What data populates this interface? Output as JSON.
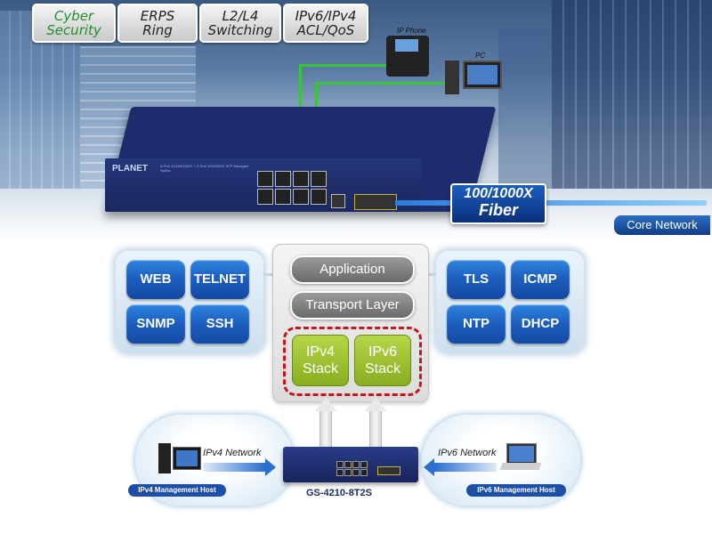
{
  "features": [
    {
      "line1": "Cyber",
      "line2": "Security",
      "color": "#1f8f2d"
    },
    {
      "line1": "ERPS",
      "line2": "Ring",
      "color": "#222222"
    },
    {
      "line1": "L2/L4",
      "line2": "Switching",
      "color": "#222222"
    },
    {
      "line1": "IPv6/IPv4",
      "line2": "ACL/QoS",
      "color": "#222222"
    }
  ],
  "devices": {
    "ip_phone": "IP Phone",
    "pc": "PC"
  },
  "switch": {
    "brand": "PLANET",
    "description": "8-Port 10/100/1000T + 2-Port 100/1000X SFP Managed Switch"
  },
  "fiber": {
    "line1": "100/1000X",
    "line2": "Fiber"
  },
  "core_network": "Core Network",
  "left_protocols": [
    "WEB",
    "TELNET",
    "SNMP",
    "SSH"
  ],
  "right_protocols": [
    "TLS",
    "ICMP",
    "NTP",
    "DHCP"
  ],
  "stack": {
    "application": "Application",
    "transport": "Transport Layer",
    "ipv4": {
      "line1": "IPv4",
      "line2": "Stack"
    },
    "ipv6": {
      "line1": "IPv6",
      "line2": "Stack"
    }
  },
  "bottom": {
    "ipv4_network": "IPv4 Network",
    "ipv6_network": "IPv6 Network",
    "ipv4_host": "IPv4 Management Host",
    "ipv6_host": "IPv6 Management Host",
    "model": "GS-4210-8T2S"
  },
  "colors": {
    "protocol_blue": "#1c5cbd",
    "stack_green": "#88ad1f",
    "dashed_red": "#c8151b",
    "wire_green": "#3bc43b"
  }
}
